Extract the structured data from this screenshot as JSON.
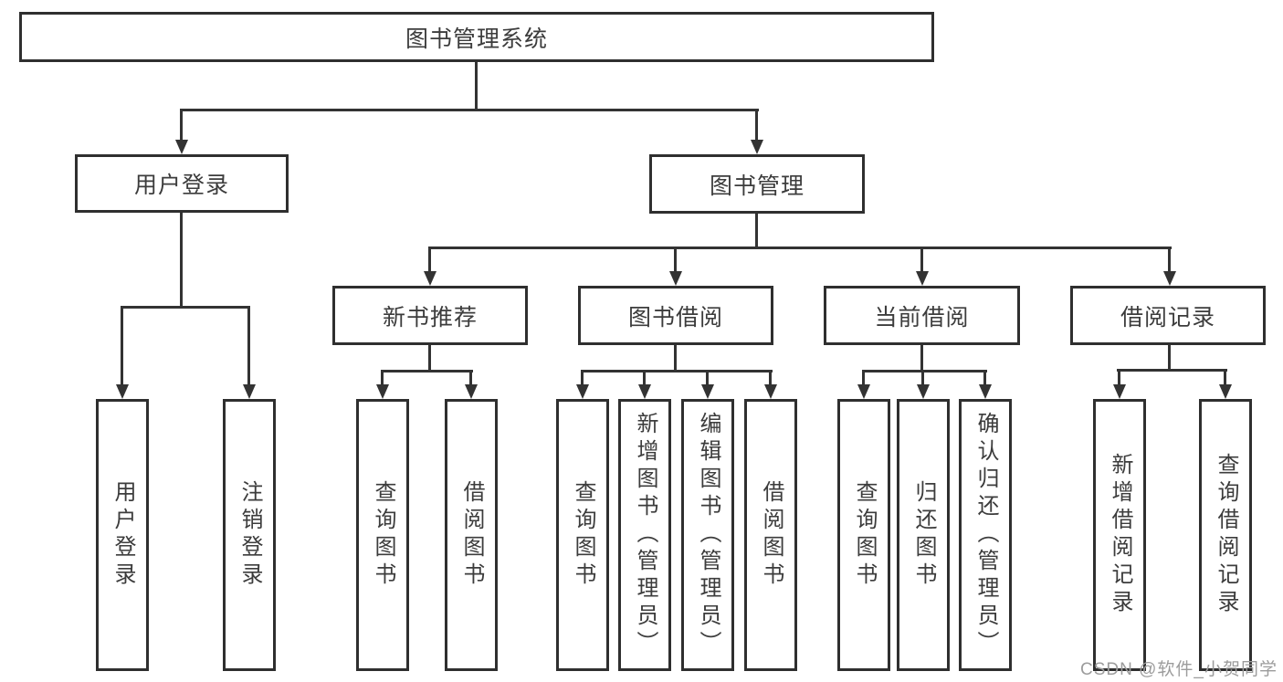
{
  "diagram": {
    "root": {
      "label": "图书管理系统"
    },
    "branches": [
      {
        "label": "用户登录",
        "children": [
          {
            "label": "用户登录"
          },
          {
            "label": "注销登录"
          }
        ]
      },
      {
        "label": "图书管理",
        "children": [
          {
            "label": "新书推荐",
            "children": [
              {
                "label": "查询图书"
              },
              {
                "label": "借阅图书"
              }
            ]
          },
          {
            "label": "图书借阅",
            "children": [
              {
                "label": "查询图书"
              },
              {
                "label": "新增图书（管理员）"
              },
              {
                "label": "编辑图书（管理员）"
              },
              {
                "label": "借阅图书"
              }
            ]
          },
          {
            "label": "当前借阅",
            "children": [
              {
                "label": "查询图书"
              },
              {
                "label": "归还图书"
              },
              {
                "label": "确认归还（管理员）"
              }
            ]
          },
          {
            "label": "借阅记录",
            "children": [
              {
                "label": "新增借阅记录"
              },
              {
                "label": "查询借阅记录"
              }
            ]
          }
        ]
      }
    ]
  },
  "watermark": {
    "text": "CSDN @软件_小贺同学",
    "color": "#9c9c9c"
  },
  "colors": {
    "line": "#333333",
    "border": "#2f2f2f",
    "text": "#3c3c3c",
    "background": "#ffffff"
  }
}
